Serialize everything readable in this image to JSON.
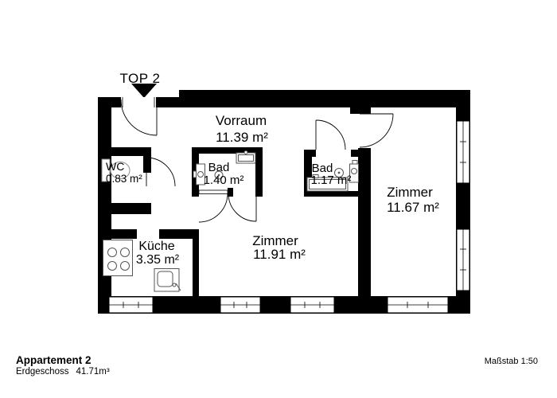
{
  "plan": {
    "entrance_label": "TOP 2",
    "rooms": {
      "vorraum": {
        "name": "Vorraum",
        "area": "11.39 m²"
      },
      "wc": {
        "name": "WC",
        "area": "0.83 m²"
      },
      "bad_140": {
        "name": "Bad",
        "area": "1.40 m²"
      },
      "bad_117": {
        "name": "Bad",
        "area": "1.17 m²"
      },
      "zimmer_1167": {
        "name": "Zimmer",
        "area": "11.67 m²"
      },
      "zimmer_1191": {
        "name": "Zimmer",
        "area": "11.91 m²"
      },
      "kueche": {
        "name": "Küche",
        "area": "3.35 m²"
      }
    }
  },
  "footer": {
    "apartment_name": "Appartement 2",
    "floor_label": "Erdgeschoss",
    "total_area": "41.71m³",
    "scale": "Maßstab 1:50"
  }
}
